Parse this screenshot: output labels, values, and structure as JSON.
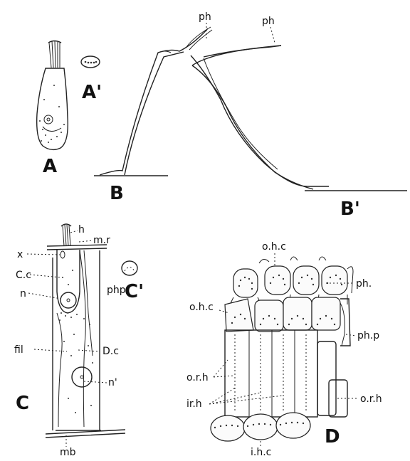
{
  "panels": {
    "A": {
      "letter": "A",
      "letter_prime": "A'"
    },
    "B": {
      "letter": "B",
      "letter_prime": "B'",
      "label_left": "ph",
      "label_right": "ph"
    },
    "C": {
      "letter": "C",
      "letter_prime": "C'",
      "labels": {
        "h": "h",
        "mr": "m.r",
        "x": "x",
        "cc": "C.c",
        "n": "n",
        "php": "php",
        "fil": "fil",
        "dc": "D.c",
        "n2": "n'",
        "mb": "mb"
      }
    },
    "D": {
      "letter": "D",
      "labels": {
        "ohc_top": "o.h.c",
        "ph": "ph.",
        "ohc_left": "o.h.c",
        "php": "ph.p",
        "orh_left": "o.r.h",
        "orh_right": "o.r.h",
        "irh": "ir.h",
        "ihc": "i.h.c"
      }
    }
  }
}
